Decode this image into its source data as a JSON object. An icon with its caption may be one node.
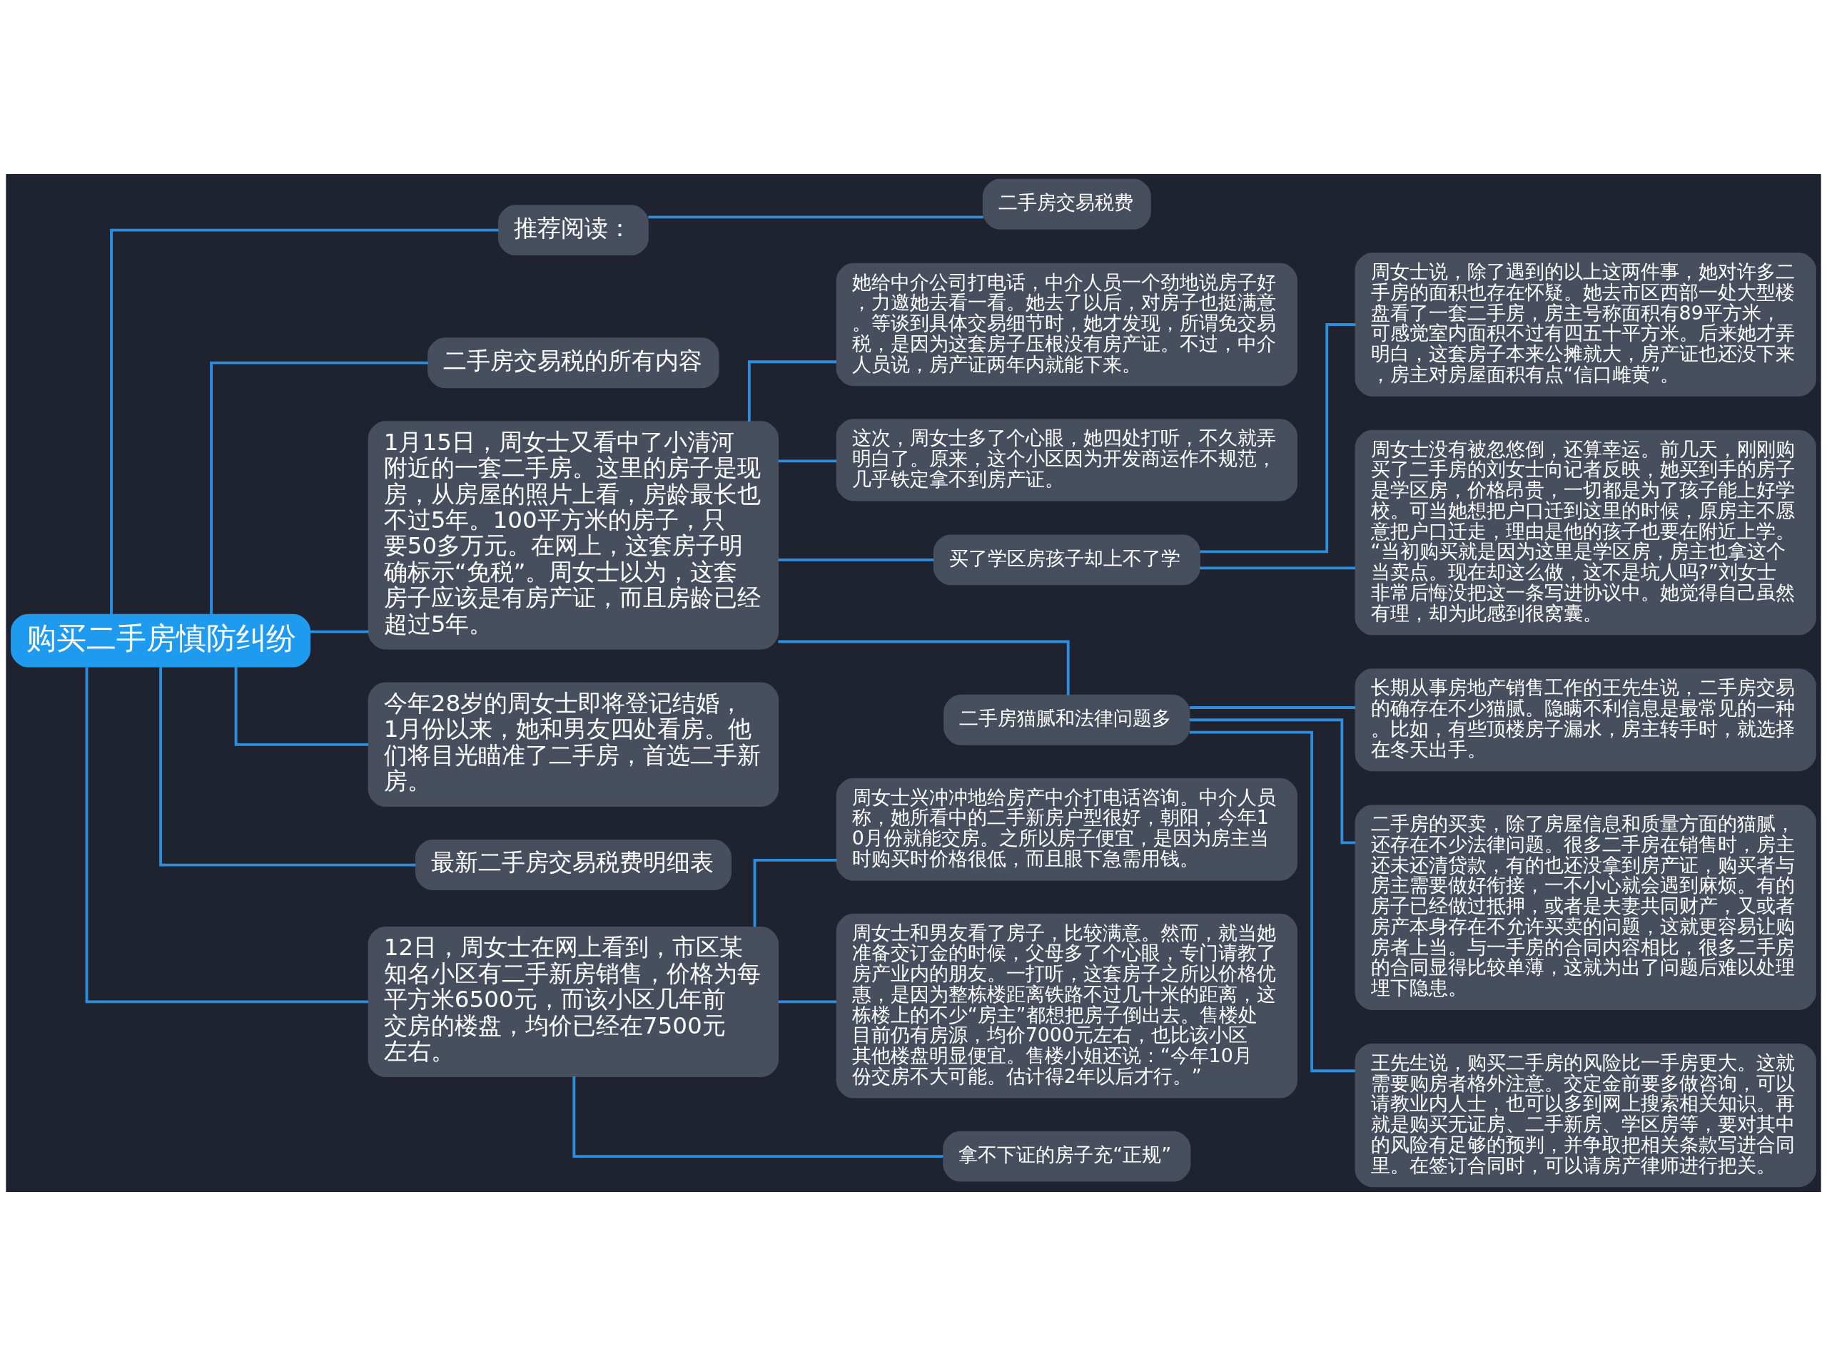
{
  "diagram": {
    "nodes": [
      {
        "text": [
          "购买二手房慎防纠纷"
        ]
      },
      {
        "text": [
          "推荐阅读："
        ]
      },
      {
        "text": [
          "二手房交易税费"
        ]
      },
      {
        "text": [
          "二手房交易税的所有内容"
        ]
      },
      {
        "text": [
          "1月15日，周女士又看中了小清河附近的一套二手房。这里的房子是现房，从房屋的照片上看，房龄最长也不过5年。100平方米的房子，只要50多万元。在网上，这套房子明确标示“免税”。周女士以为，这套房子应该是有房产证，而且房龄已经超过5年。"
        ]
      },
      {
        "text": [
          "她给中介公司打电话，中介人员一个劲地说房子好，力邀她去看一看。她去了以后，对房子也挺满意。等谈到具体交易细节时，她才发现，所谓免交易税，是因为这套房子压根没有房产证。不过，中介人员说，房产证两年内就能下来。"
        ]
      },
      {
        "text": [
          "这次，周女士多了个心眼，她四处打听，不久就弄明白了。原来，这个小区因为开发商运作不规范，几乎铁定拿不到房产证。"
        ]
      },
      {
        "text": [
          "买了学区房孩子却上不了学"
        ]
      },
      {
        "text": [
          "周女士说，除了遇到的以上这两件事，她对许多二手房的面积也存在怀疑。她去市区西部一处大型楼盘看了一套二手房，房主号称面积有89平方米，可感觉室内面积不过有四五十平方米。后来她才弄明白，这套房子本来公摊就大，房产证也还没下来，房主对房屋面积有点“信口雌黄”。"
        ]
      },
      {
        "text": [
          "周女士没有被忽悠倒，还算幸运。前几天，刚刚购买了二手房的刘女士向记者反映，她买到手的房子是学区房，价格昂贵，一切都是为了孩子能上好学校。可当她想把户口迁到这里的时候，原房主不愿意把户口迁走，理由是他的孩子也要在附近上学。“当初购买就是因为这里是学区房，房主也拿这个当卖点。现在却这么做，这不是坑人吗?”刘女士非常后悔没把这一条写进协议中。她觉得自己虽然有理，却为此感到很窝囊。"
        ]
      },
      {
        "text": [
          "二手房猫腻和法律问题多"
        ]
      },
      {
        "text": [
          "长期从事房地产销售工作的王先生说，二手房交易的确存在不少猫腻。隐瞒不利信息是最常见的一种。比如，有些顶楼房子漏水，房主转手时，就选择在冬天出手。"
        ]
      },
      {
        "text": [
          "二手房的买卖，除了房屋信息和质量方面的猫腻，还存在不少法律问题。很多二手房在销售时，房主还未还清贷款，有的也还没拿到房产证，购买者与房主需要做好衔接，一不小心就会遇到麻烦。有的房子已经做过抵押，或者是夫妻共同财产，又或者房产本身存在不允许买卖的问题，这就更容易让购房者上当。与一手房的合同内容相比，很多二手房的合同显得比较单薄，这就为出了问题后难以处理埋下隐患。"
        ]
      },
      {
        "text": [
          "王先生说，购买二手房的风险比一手房更大。这就需要购房者格外注意。交定金前要多做咨询，可以请教业内人士，也可以多到网上搜索相关知识。再就是购买无证房、二手新房、学区房等，要对其中的风险有足够的预判，并争取把相关条款写进合同里。在签订合同时，可以请房产律师进行把关。"
        ]
      },
      {
        "text": [
          "今年28岁的周女士即将登记结婚，1月份以来，她和男友四处看房。他们将目光瞄准了二手房，首选二手新房。"
        ]
      },
      {
        "text": [
          "最新二手房交易税费明细表"
        ]
      },
      {
        "text": [
          "12日，周女士在网上看到，市区某知名小区有二手新房销售，价格为每平方米6500元，而该小区几年前交房的楼盘，均价已经在7500元左右。"
        ]
      },
      {
        "text": [
          "周女士兴冲冲地给房产中介打电话咨询。中介人员称，她所看中的二手新房户型很好，朝阳，今年10月份就能交房。之所以房子便宜，是因为房主当时购买时价格很低，而且眼下急需用钱。"
        ]
      },
      {
        "text": [
          "周女士和男友看了房子，比较满意。然而，就当她准备交订金的时候，父母多了个心眼，专门请教了房产业内的朋友。一打听，这套房子之所以价格优惠，是因为整栋楼距离铁路不过几十米的距离，这栋楼上的不少“房主”都想把房子倒出去。售楼处目前仍有房源，均价7000元左右，也比该小区其他楼盘明显便宜。售楼小姐还说：“今年10月份交房不大可能。估计得2年以后才行。”"
        ]
      },
      {
        "text": [
          "拿不下证的房子充“正规”"
        ]
      }
    ],
    "edges": [
      {
        "from": 0,
        "to": 1,
        "arrow": "none"
      },
      {
        "from": 1,
        "to": 2,
        "arrow": "none"
      },
      {
        "from": 0,
        "to": 3,
        "arrow": "none"
      },
      {
        "from": 0,
        "to": 4,
        "arrow": "none"
      },
      {
        "from": 4,
        "to": 5,
        "arrow": "none"
      },
      {
        "from": 4,
        "to": 6,
        "arrow": "none"
      },
      {
        "from": 4,
        "to": 7,
        "arrow": "none"
      },
      {
        "from": 7,
        "to": 8,
        "arrow": "none"
      },
      {
        "from": 7,
        "to": 9,
        "arrow": "none"
      },
      {
        "from": 4,
        "to": 10,
        "arrow": "none"
      },
      {
        "from": 10,
        "to": 11,
        "arrow": "none"
      },
      {
        "from": 10,
        "to": 12,
        "arrow": "none"
      },
      {
        "from": 10,
        "to": 13,
        "arrow": "none"
      },
      {
        "from": 0,
        "to": 14,
        "arrow": "none"
      },
      {
        "from": 0,
        "to": 15,
        "arrow": "none"
      },
      {
        "from": 0,
        "to": 16,
        "arrow": "none"
      },
      {
        "from": 16,
        "to": 17,
        "arrow": "none"
      },
      {
        "from": 16,
        "to": 18,
        "arrow": "none"
      },
      {
        "from": 16,
        "to": 19,
        "arrow": "none"
      }
    ]
  }
}
